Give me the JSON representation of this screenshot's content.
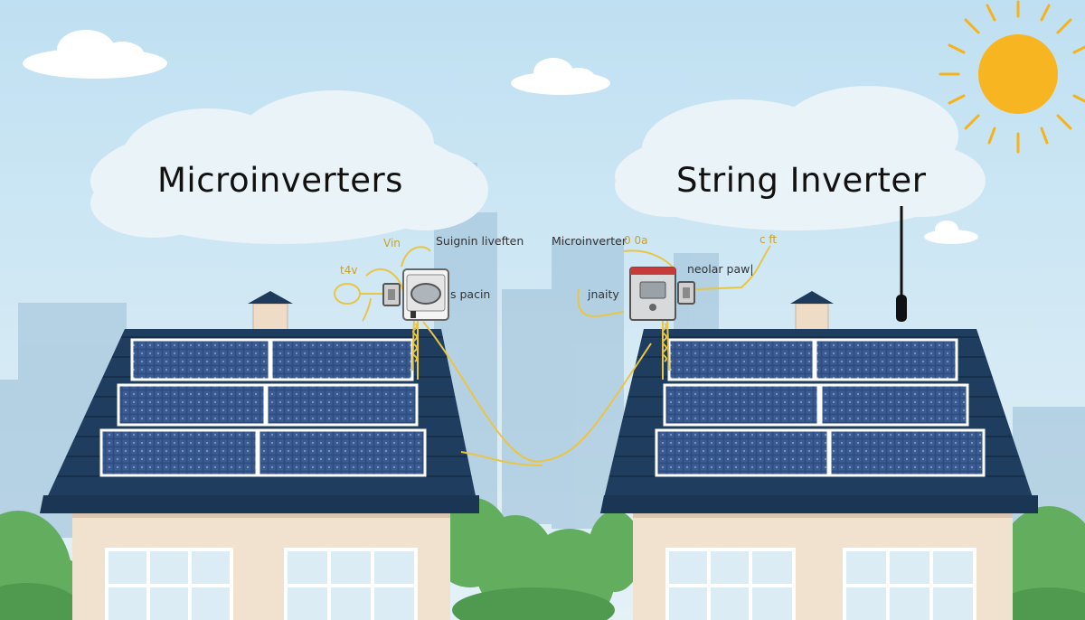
{
  "titles": {
    "left": "Microinverters",
    "right": "String Inverter"
  },
  "labels": {
    "left_small": "Vin",
    "left_small2": "t4v",
    "left_top": "Suignin liveften",
    "left_side": "s pacin",
    "center_top": "Microinverter",
    "center_top_y": "0 0a",
    "center_side": "jnaity",
    "right_side": "neolar paw|",
    "right_small": "c ft"
  },
  "colors": {
    "sky": "#cfe6f2",
    "sun": "#f6b21b",
    "roof": "#1e3b5c",
    "panel": "#2e4a7a",
    "wall": "#f1e1cf",
    "wire": "#e8c547",
    "tree": "#5aa65a"
  },
  "icons": [
    "sun-icon",
    "cloud-icon",
    "microinverter-box-icon",
    "string-inverter-box-icon",
    "antenna-icon"
  ]
}
